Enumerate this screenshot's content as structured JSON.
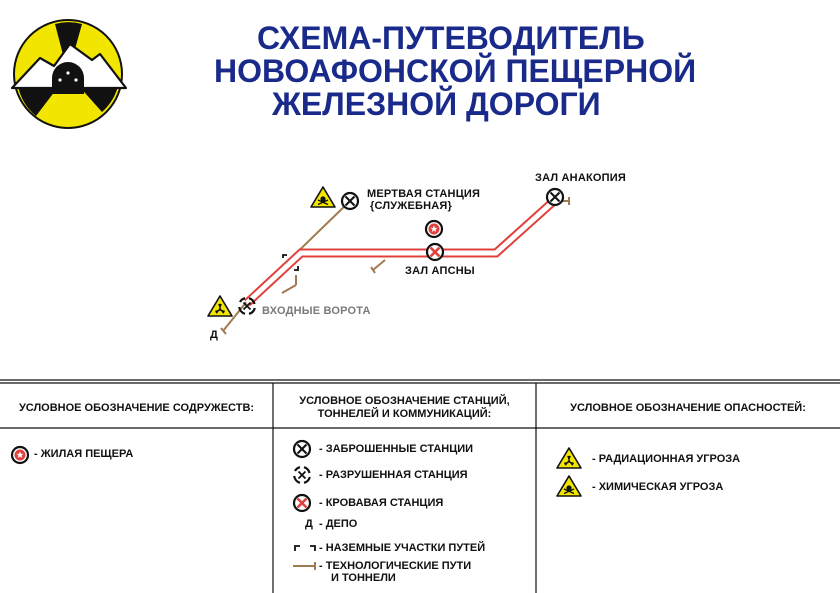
{
  "title": {
    "line1": "СХЕМА-ПУТЕВОДИТЕЛЬ",
    "line2": "НОВОАФОНСКОЙ ПЕЩЕРНОЙ",
    "line3": "ЖЕЛЕЗНОЙ ДОРОГИ"
  },
  "map": {
    "dead_station_line1": "МЕРТВАЯ СТАНЦИЯ",
    "dead_station_line2": "{СЛУЖЕБНАЯ}",
    "anakopia": "ЗАЛ АНАКОПИЯ",
    "apsny": "ЗАЛ АПСНЫ",
    "entrance": "ВХОДНЫЕ ВОРОТА",
    "depot": "Д"
  },
  "legend": {
    "communities": {
      "header": "УСЛОВНОЕ ОБОЗНАЧЕНИЕ СОДРУЖЕСТВ:",
      "inhabited": "- ЖИЛАЯ ПЕЩЕРА"
    },
    "stations": {
      "header_line1": "УСЛОВНОЕ ОБОЗНАЧЕНИЕ СТАНЦИЙ,",
      "header_line2": "ТОННЕЛЕЙ И КОММУНИКАЦИЙ:",
      "abandoned": "- ЗАБРОШЕННЫЕ СТАНЦИИ",
      "destroyed": "- РАЗРУШЕННАЯ СТАНЦИЯ",
      "bloody": "- КРОВАВАЯ СТАНЦИЯ",
      "depot_symbol": "Д",
      "depot": "- ДЕПО",
      "surface": "- НАЗЕМНЫЕ УЧАСТКИ ПУТЕЙ",
      "tech_line1": "- ТЕХНОЛОГИЧЕСКИЕ ПУТИ",
      "tech_line2": "И ТОННЕЛИ"
    },
    "dangers": {
      "header": "УСЛОВНОЕ ОБОЗНАЧЕНИЕ ОПАСНОСТЕЙ:",
      "radiation": "- РАДИАЦИОННАЯ УГРОЗА",
      "chemical": "- ХИМИЧЕСКАЯ УГРОЗА"
    }
  },
  "colors": {
    "title": "#1a2a8a",
    "track": "#e0413c",
    "tech": "#a07a50",
    "hazard": "#f2e600",
    "bloody": "#e0413c"
  }
}
